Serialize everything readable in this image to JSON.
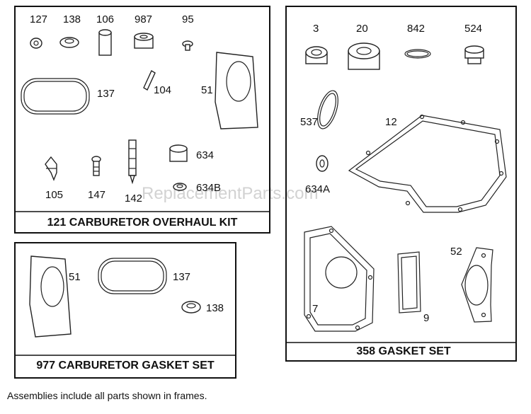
{
  "watermark": "ReplacementParts.com",
  "footer_note": "Assemblies include all parts shown in frames.",
  "kits": [
    {
      "title": "121 CARBURETOR OVERHAUL KIT"
    },
    {
      "title": "977 CARBURETOR GASKET SET"
    },
    {
      "title": "358 GASKET SET"
    }
  ],
  "callouts": {
    "k1": [
      "127",
      "138",
      "106",
      "987",
      "95",
      "137",
      "104",
      "51",
      "634",
      "105",
      "147",
      "142",
      "634B"
    ],
    "k2": [
      "51",
      "137",
      "138"
    ],
    "k3": [
      "3",
      "20",
      "842",
      "524",
      "537",
      "12",
      "634A",
      "7",
      "9",
      "52"
    ]
  }
}
